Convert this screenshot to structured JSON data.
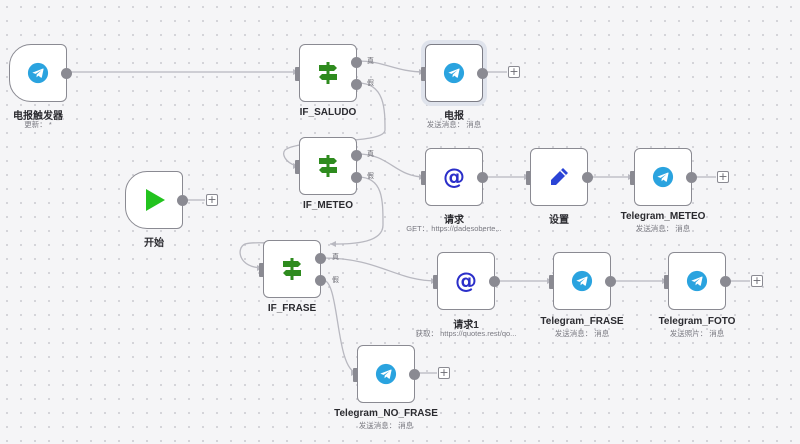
{
  "nodes": {
    "telegram_trigger": {
      "name": "电报触发器",
      "sub": "更新： *"
    },
    "if_saludo": {
      "name": "IF_SALUDO",
      "true_label": "真",
      "false_label": "假"
    },
    "telegram": {
      "name": "电报",
      "sub": "发送消息： 消息"
    },
    "if_meteo": {
      "name": "IF_METEO",
      "true_label": "真",
      "false_label": "假"
    },
    "request": {
      "name": "请求",
      "sub": "GET： https://dadesoberte..."
    },
    "set": {
      "name": "设置"
    },
    "telegram_meteo": {
      "name": "Telegram_METEO",
      "sub": "发送消息： 消息"
    },
    "start": {
      "name": "开始"
    },
    "if_frase": {
      "name": "IF_FRASE",
      "true_label": "真",
      "false_label": "假"
    },
    "request1": {
      "name": "请求1",
      "sub": "获取： https://quotes.rest/qo..."
    },
    "telegram_frase": {
      "name": "Telegram_FRASE",
      "sub": "发送消息： 消息"
    },
    "telegram_foto": {
      "name": "Telegram_FOTO",
      "sub": "发送照片： 消息"
    },
    "telegram_no_frase": {
      "name": "Telegram_NO_FRASE",
      "sub": "发送消息： 消息"
    }
  },
  "colors": {
    "telegram": "#2aa3df",
    "if_green": "#2e8b1e",
    "request_blue": "#2b2fc9",
    "set_blue": "#2b44d6",
    "start_green": "#22c31e",
    "edge": "#b8b8c0"
  },
  "icons": {
    "telegram": "telegram-icon",
    "if": "signpost-icon",
    "request": "at-sign-icon",
    "set": "pencil-icon",
    "start": "play-icon",
    "add": "plus-icon"
  },
  "add_symbol": "+"
}
